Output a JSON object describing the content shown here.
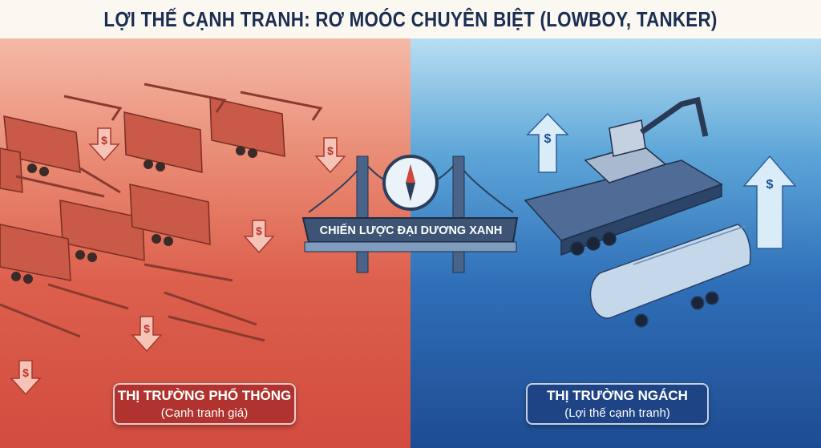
{
  "title": "LỢI THẾ CẠNH TRANH: RƠ MOÓC CHUYÊN BIỆT (LOWBOY, TANKER)",
  "bridge_label": "CHIẾN LƯỢC ĐẠI DƯƠNG XANH",
  "left_market": {
    "title": "THỊ TRƯỜNG PHỔ THÔNG",
    "subtitle": "(Cạnh tranh giá)"
  },
  "right_market": {
    "title": "THỊ TRƯỜNG NGÁCH",
    "subtitle": "(Lợi thế cạnh tranh)"
  },
  "currency_symbol": "$",
  "colors": {
    "red_side": "#d9584a",
    "blue_side": "#2f6fb8",
    "title": "#1b2d52"
  }
}
